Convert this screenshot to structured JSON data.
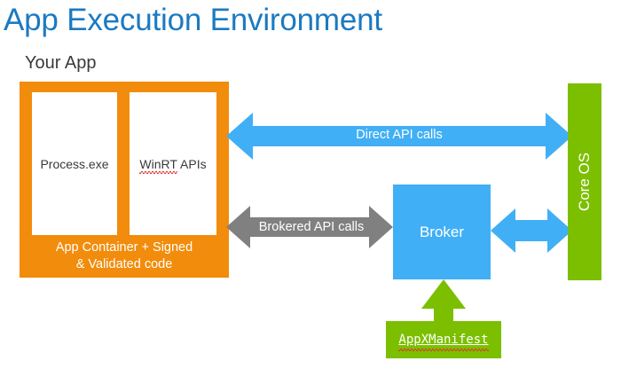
{
  "page": {
    "title": "App Execution Environment",
    "title_color": "#1B7AC2",
    "background": "#FFFFFF"
  },
  "palette": {
    "orange": "#F28C0C",
    "blue": "#41AFF5",
    "green": "#7BBF00",
    "gray": "#808080",
    "white": "#FFFFFF",
    "spellcheck_red": "#E03A2F"
  },
  "app_container": {
    "heading": "Your App",
    "caption_line1": "App Container + Signed",
    "caption_line2": "& Validated code",
    "boxes": [
      {
        "label": "Process.exe",
        "misspelled": false
      },
      {
        "label_misspelled": "WinRT",
        "label_rest": " APIs",
        "misspelled": true
      }
    ]
  },
  "arrows": {
    "direct": {
      "label": "Direct API calls",
      "color": "#41AFF5",
      "style": "double-headed"
    },
    "brokered": {
      "label": "Brokered API calls",
      "color": "#808080",
      "style": "double-headed"
    },
    "broker_to_coreos": {
      "label": "",
      "color": "#41AFF5",
      "style": "double-headed"
    },
    "manifest_to_broker": {
      "label": "",
      "color": "#7BBF00",
      "style": "up-arrow"
    }
  },
  "broker": {
    "label": "Broker",
    "color": "#41AFF5"
  },
  "core_os": {
    "label": "Core OS",
    "color": "#7BBF00",
    "orientation": "vertical"
  },
  "appxmanifest": {
    "label": "AppXManifest",
    "color": "#7BBF00",
    "underlined": true,
    "misspelled": true
  }
}
